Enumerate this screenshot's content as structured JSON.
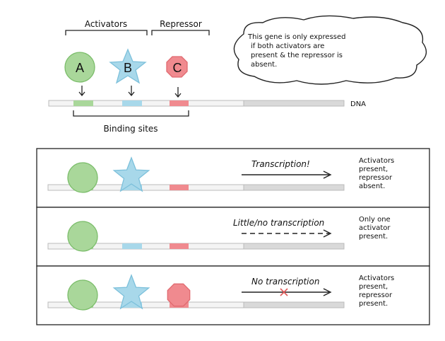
{
  "header": {
    "activators_label": "Activators",
    "repressor_label": "Repressor",
    "binding_sites_label": "Binding sites",
    "dna_label": "DNA",
    "note_lines": [
      "This gene is only expressed",
      "if both activators are",
      "present & the repressor is",
      "absent."
    ],
    "proteins": [
      {
        "letter": "A",
        "shape": "circle",
        "color": "#a9d79a"
      },
      {
        "letter": "B",
        "shape": "star",
        "color": "#a8d8ea"
      },
      {
        "letter": "C",
        "shape": "octagon",
        "color": "#f08a8f"
      }
    ]
  },
  "colors": {
    "activator_green": "#a9d79a",
    "activator_green_stroke": "#7bbd6a",
    "activator_blue": "#a8d8ea",
    "activator_blue_stroke": "#7cc0db",
    "repressor_red": "#f08a8f",
    "repressor_red_stroke": "#e06a70",
    "dna_fill": "#f4f4f4",
    "gene_fill": "#d9d9d9",
    "cross_red": "#e05a5a"
  },
  "panels": [
    {
      "transcription_label": "Transcription!",
      "arrow_style": "solid",
      "show_star": true,
      "show_octagon": false,
      "show_cross": false,
      "caption_lines": [
        "Activators",
        "present,",
        "repressor",
        "absent."
      ]
    },
    {
      "transcription_label": "Little/no transcription",
      "arrow_style": "dashed",
      "show_star": false,
      "show_octagon": false,
      "show_cross": false,
      "caption_lines": [
        "Only one",
        "activator",
        "present."
      ]
    },
    {
      "transcription_label": "No transcription",
      "arrow_style": "solid",
      "show_star": true,
      "show_octagon": true,
      "show_cross": true,
      "caption_lines": [
        "Activators",
        "present,",
        "repressor",
        "present."
      ]
    }
  ]
}
